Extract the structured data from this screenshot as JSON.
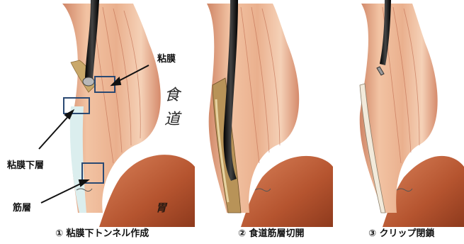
{
  "labels": {
    "mucosa": "粘膜",
    "submucosa": "粘膜下層",
    "muscle_layer": "筋層",
    "esophagus_char_1": "食",
    "esophagus_char_2": "道",
    "stomach": "胃"
  },
  "captions": [
    "① 粘膜下トンネル作成",
    "② 食道筋層切開",
    "③ クリップ閉鎖"
  ],
  "colors": {
    "muscle": "#e9b28f",
    "muscle_dark": "#c9785b",
    "lumen": "#d8ecec",
    "endoscope": "#1a1a1a",
    "tunnel": "#c9a86a",
    "highlight_box": "#2b4a73"
  }
}
